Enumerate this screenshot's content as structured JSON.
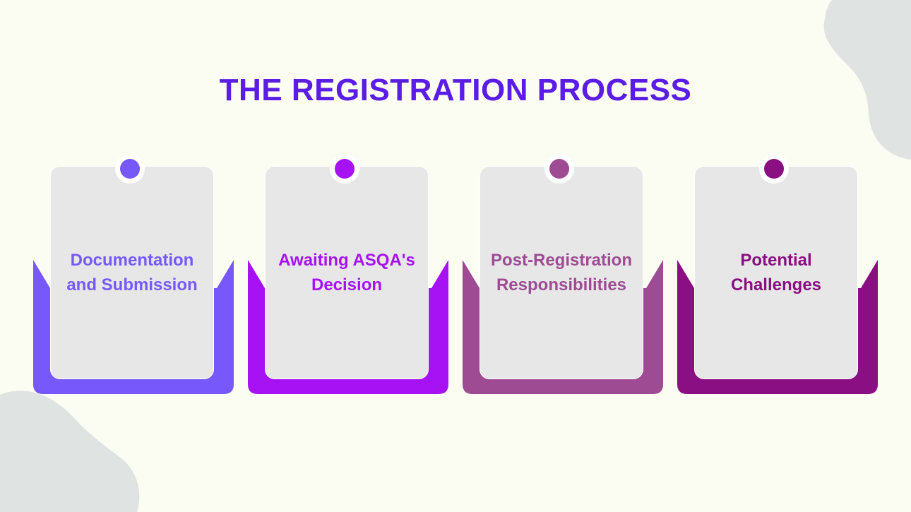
{
  "title": "THE REGISTRATION PROCESS",
  "colors": {
    "background": "#fbfdf3",
    "title": "#5b1ce6",
    "panel": "#e7e7e7",
    "blob": "#dfe3e2"
  },
  "steps": [
    {
      "label": "Documentation and Submission",
      "color": "#7759fb"
    },
    {
      "label": "Awaiting ASQA's Decision",
      "color": "#a712f5"
    },
    {
      "label": "Post-Registration Responsibilities",
      "color": "#9e4b94"
    },
    {
      "label": "Potential Challenges",
      "color": "#8a0f82"
    }
  ]
}
